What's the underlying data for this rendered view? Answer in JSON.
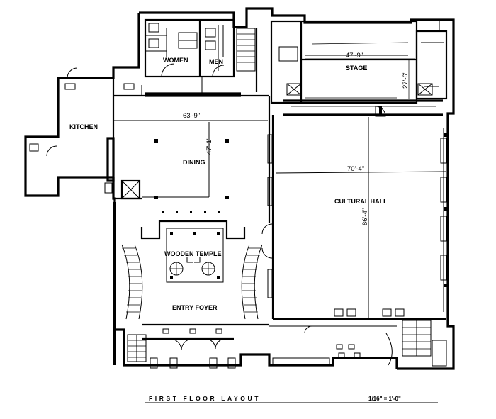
{
  "rooms": {
    "women": "WOMEN",
    "men": "MEN",
    "stage": "STAGE",
    "kitchen": "KITCHEN",
    "dining": "DINING",
    "cultural_hall": "CULTURAL HALL",
    "wooden_temple": "WOODEN TEMPLE",
    "entry_foyer": "ENTRY FOYER"
  },
  "dimensions": {
    "stage_width": "47'-9\"",
    "stage_depth": "27'-6\"",
    "dining_width": "63'-9\"",
    "dining_depth": "47'-1\"",
    "hall_width": "70'-4\"",
    "hall_depth": "86'-4\""
  },
  "footer": {
    "title": "FIRST FLOOR LAYOUT",
    "scale": "1/16\" = 1'-0\""
  }
}
